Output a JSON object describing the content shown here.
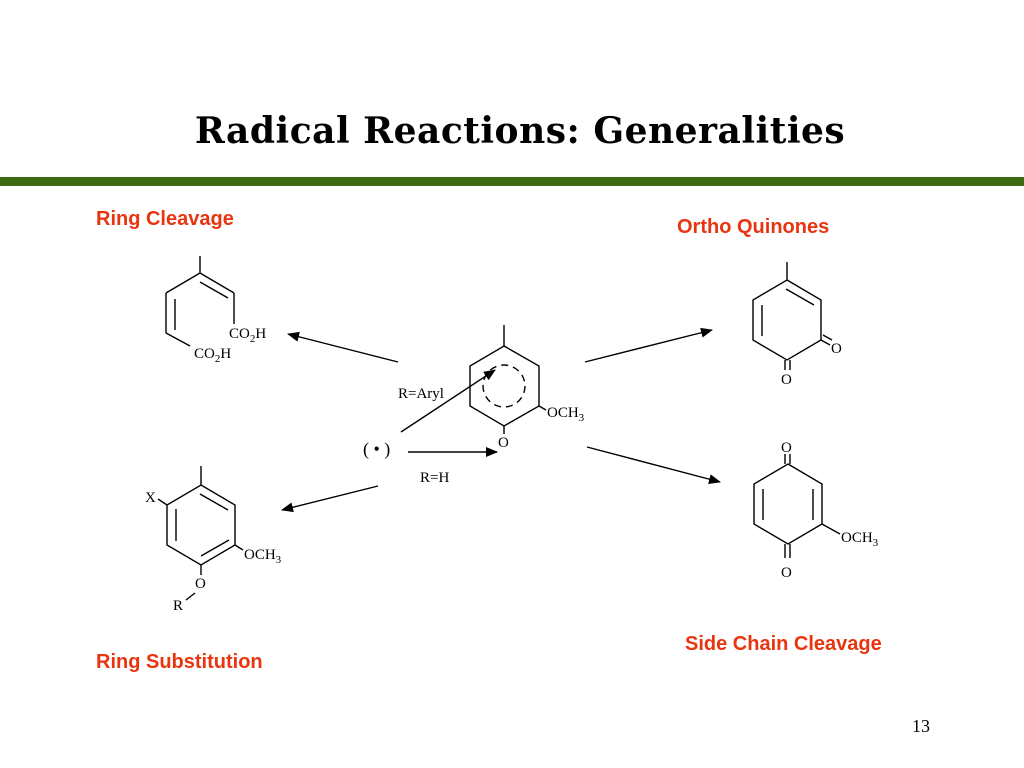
{
  "title": "Radical Reactions: Generalities",
  "colors": {
    "rule": "#3d6b14",
    "label": "#e8350f",
    "ink": "#000000"
  },
  "labels": {
    "ring_cleavage": "Ring Cleavage",
    "ortho_quinones": "Ortho Quinones",
    "ring_substitution": "Ring Substitution",
    "side_chain_cleavage": "Side Chain Cleavage"
  },
  "diagram": {
    "radical": "( • )",
    "r_aryl": "R=Aryl",
    "r_h": "R=H",
    "central": {
      "o_label": "O",
      "och3": "OCH",
      "sub3": "3"
    },
    "ring_cleavage_product": {
      "co2h_top": "CO",
      "co2h_bottom": "CO",
      "sub2": "2",
      "h": "H"
    },
    "ortho_quinone": {
      "o1": "O",
      "o2": "O"
    },
    "para_quinone": {
      "o_top": "O",
      "o_bottom": "O",
      "och3": "OCH",
      "sub3": "3"
    },
    "substitution_product": {
      "x": "X",
      "o": "O",
      "r": "R",
      "och3": "OCH",
      "sub3": "3"
    }
  },
  "page_number": "13"
}
